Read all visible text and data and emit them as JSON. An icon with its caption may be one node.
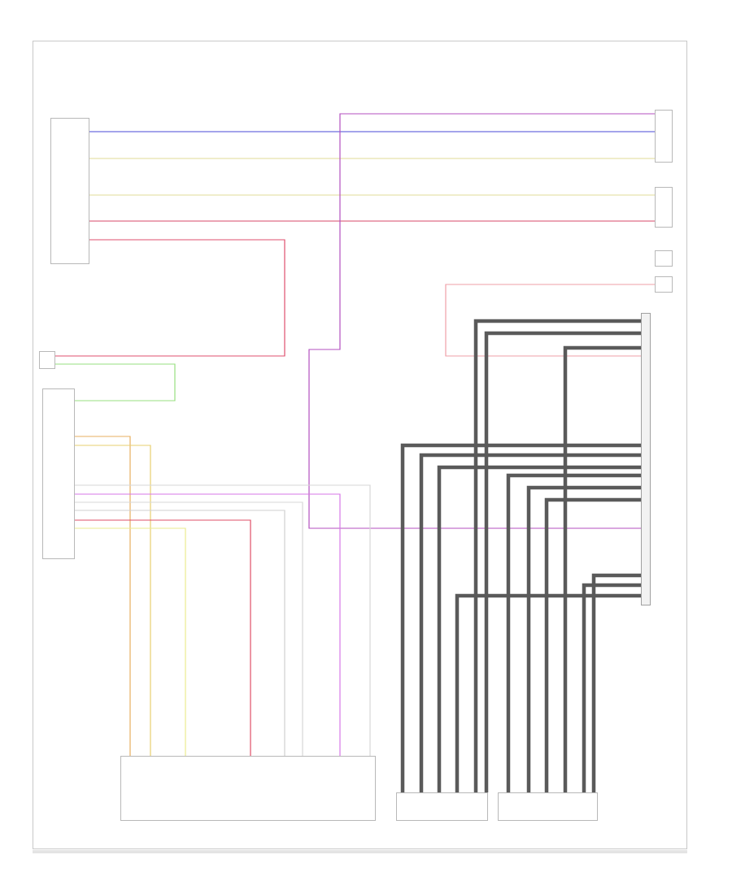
{
  "diagram": {
    "nodes": [
      {
        "text": [],
        "shape": "box"
      },
      {
        "text": [],
        "shape": "box"
      },
      {
        "text": [],
        "shape": "box"
      },
      {
        "text": [],
        "shape": "box"
      },
      {
        "text": [],
        "shape": "box"
      },
      {
        "text": [],
        "shape": "box"
      },
      {
        "text": [],
        "shape": "box"
      },
      {
        "text": [],
        "shape": "bar"
      },
      {
        "text": [],
        "shape": "box"
      },
      {
        "text": [],
        "shape": "box"
      },
      {
        "text": [],
        "shape": "box"
      }
    ],
    "edges": [
      {
        "from": 0,
        "to": 1,
        "arrow": "none",
        "color": "#4a4ad8"
      },
      {
        "from": 0,
        "to": 1,
        "arrow": "none",
        "color": "#e2dc98"
      },
      {
        "from": 0,
        "to": 2,
        "arrow": "none",
        "color": "#e2dc98"
      },
      {
        "from": 0,
        "to": 2,
        "arrow": "none",
        "color": "#d8486a"
      },
      {
        "from": 0,
        "to": 5,
        "arrow": "none",
        "color": "#e0506e"
      },
      {
        "from": 1,
        "to": 7,
        "arrow": "none",
        "color": "#b450c0"
      },
      {
        "from": 4,
        "to": 7,
        "arrow": "none",
        "color": "#f0a0a8"
      },
      {
        "from": 5,
        "to": 6,
        "arrow": "none",
        "color": "#98e080"
      },
      {
        "from": 6,
        "to": 8,
        "arrow": "none",
        "color": "#e8b060"
      },
      {
        "from": 6,
        "to": 8,
        "arrow": "none",
        "color": "#e8d070"
      },
      {
        "from": 6,
        "to": 8,
        "arrow": "none",
        "color": "#d8d8d8"
      },
      {
        "from": 6,
        "to": 8,
        "arrow": "none",
        "color": "#d878e8"
      },
      {
        "from": 6,
        "to": 8,
        "arrow": "none",
        "color": "#d8d8d8"
      },
      {
        "from": 6,
        "to": 8,
        "arrow": "none",
        "color": "#d0d0d0"
      },
      {
        "from": 6,
        "to": 8,
        "arrow": "none",
        "color": "#e05068"
      },
      {
        "from": 6,
        "to": 8,
        "arrow": "none",
        "color": "#ecec90"
      },
      {
        "from": 7,
        "to": 9,
        "arrow": "none",
        "style": "thick",
        "color": "#5a5a5a"
      },
      {
        "from": 7,
        "to": 9,
        "arrow": "none",
        "style": "thick",
        "color": "#5a5a5a"
      },
      {
        "from": 7,
        "to": 9,
        "arrow": "none",
        "style": "thick",
        "color": "#5a5a5a"
      },
      {
        "from": 7,
        "to": 9,
        "arrow": "none",
        "style": "thick",
        "color": "#5a5a5a"
      },
      {
        "from": 7,
        "to": 9,
        "arrow": "none",
        "style": "thick",
        "color": "#5a5a5a"
      },
      {
        "from": 7,
        "to": 9,
        "arrow": "none",
        "style": "thick",
        "color": "#5a5a5a"
      },
      {
        "from": 7,
        "to": 10,
        "arrow": "none",
        "style": "thick",
        "color": "#5a5a5a"
      },
      {
        "from": 7,
        "to": 10,
        "arrow": "none",
        "style": "thick",
        "color": "#5a5a5a"
      },
      {
        "from": 7,
        "to": 10,
        "arrow": "none",
        "style": "thick",
        "color": "#5a5a5a"
      },
      {
        "from": 7,
        "to": 10,
        "arrow": "none",
        "style": "thick",
        "color": "#5a5a5a"
      },
      {
        "from": 7,
        "to": 10,
        "arrow": "none",
        "style": "thick",
        "color": "#5a5a5a"
      },
      {
        "from": 7,
        "to": 10,
        "arrow": "none",
        "style": "thick",
        "color": "#5a5a5a"
      }
    ]
  }
}
